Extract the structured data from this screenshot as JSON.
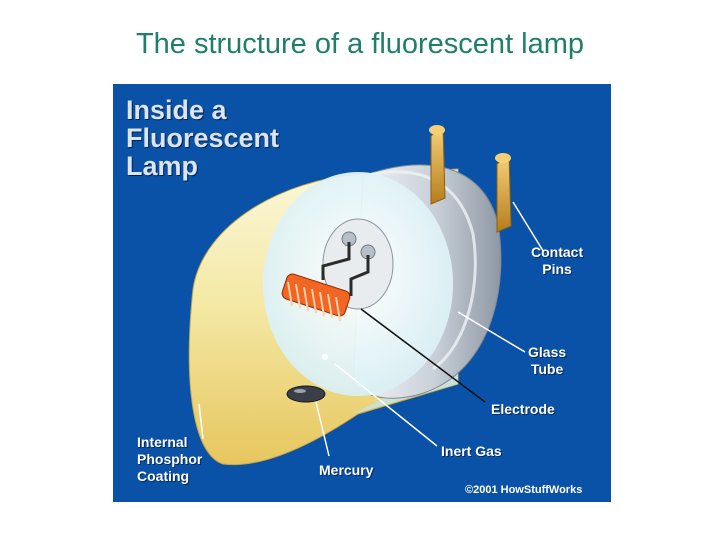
{
  "slide": {
    "title": "The structure of a fluorescent lamp"
  },
  "figure": {
    "title_lines": [
      "Inside a",
      "Fluorescent",
      "Lamp"
    ],
    "labels": {
      "contact_pins": [
        "Contact",
        "Pins"
      ],
      "glass_tube": [
        "Glass",
        "Tube"
      ],
      "electrode": "Electrode",
      "inert_gas": "Inert Gas",
      "mercury": "Mercury",
      "internal_phosphor_coating": [
        "Internal",
        "Phosphor",
        "Coating"
      ]
    },
    "copyright": "©2001 HowStuffWorks",
    "colors": {
      "background": "#0a52a8",
      "phosphor": "#f2e7a6",
      "glass": "#c9ecf2",
      "end_cap": "#d7dde3",
      "filament": "#f26522",
      "pins": "#e2ac3a"
    }
  }
}
